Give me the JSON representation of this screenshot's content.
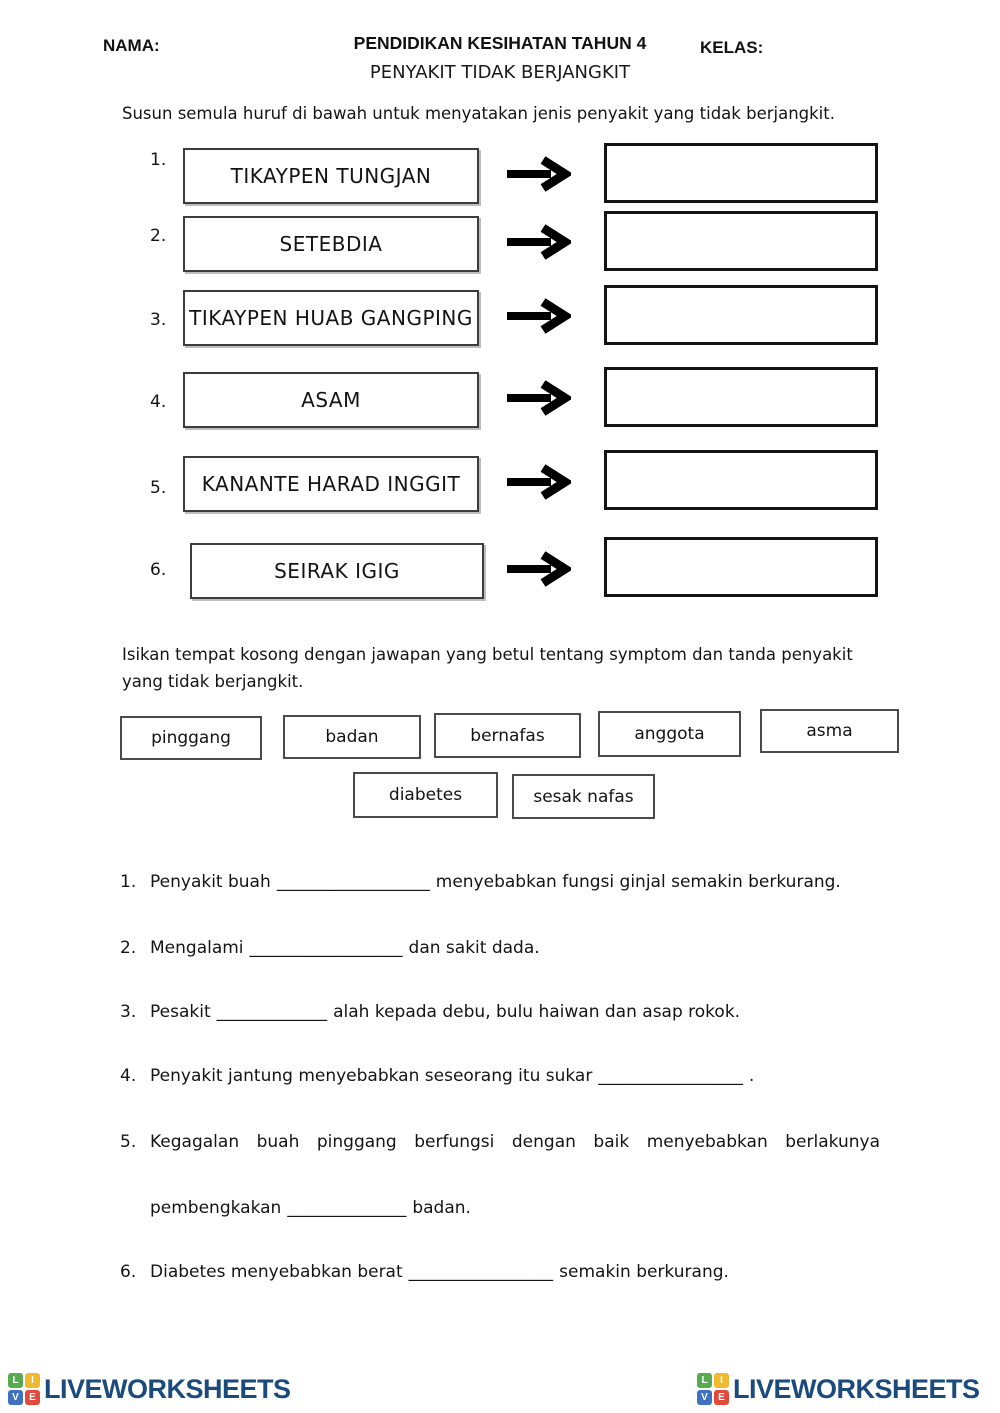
{
  "header": {
    "nama_label": "NAMA:",
    "title": "PENDIDIKAN KESIHATAN TAHUN 4",
    "kelas_label": "KELAS:",
    "subtitle": "PENYAKIT TIDAK BERJANGKIT"
  },
  "section1": {
    "instruction": "Susun semula huruf di bawah untuk menyatakan jenis penyakit yang tidak berjangkit.",
    "items": [
      {
        "num": "1.",
        "word": "TIKAYPEN TUNGJAN",
        "answer": ""
      },
      {
        "num": "2.",
        "word": "SETEBDIA",
        "answer": ""
      },
      {
        "num": "3.",
        "word": "TIKAYPEN HUAB GANGPING",
        "answer": ""
      },
      {
        "num": "4.",
        "word": "ASAM",
        "answer": ""
      },
      {
        "num": "5.",
        "word": "KANANTE HARAD INGGIT",
        "answer": ""
      },
      {
        "num": "6.",
        "word": "SEIRAK IGIG",
        "answer": ""
      }
    ]
  },
  "section2": {
    "instruction_line1": "Isikan tempat kosong dengan jawapan yang betul tentang symptom dan tanda penyakit",
    "instruction_line2": "yang tidak berjangkit.",
    "word_bank": [
      "pinggang",
      "badan",
      "bernafas",
      "anggota",
      "asma",
      "diabetes",
      "sesak nafas"
    ],
    "sentences": [
      {
        "num": "1.",
        "pre": "Penyakit buah",
        "blank": "__________________",
        "post": "menyebabkan fungsi ginjal semakin berkurang."
      },
      {
        "num": "2.",
        "pre": "Mengalami",
        "blank": "__________________",
        "post": "dan sakit dada."
      },
      {
        "num": "3.",
        "pre": "Pesakit",
        "blank": "_____________",
        "post": "alah kepada debu, bulu haiwan dan asap rokok."
      },
      {
        "num": "4.",
        "pre": "Penyakit jantung menyebabkan seseorang itu sukar",
        "blank": "_________________",
        "post": "."
      },
      {
        "num": "5.",
        "line1": "Kegagalan buah pinggang berfungsi dengan baik menyebabkan berlakunya",
        "pre": "pembengkakan",
        "blank": "______________",
        "post": "badan."
      },
      {
        "num": "6.",
        "pre": "Diabetes menyebabkan berat",
        "blank": "_________________",
        "post": "semakin berkurang."
      }
    ]
  },
  "footer": {
    "brand": "LIVEWORKSHEETS",
    "brand_color": "#1b4a7c",
    "tiles": [
      {
        "letter": "L",
        "color": "#57ab4e"
      },
      {
        "letter": "I",
        "color": "#f1b92e"
      },
      {
        "letter": "V",
        "color": "#4070c0"
      },
      {
        "letter": "E",
        "color": "#e3493a"
      }
    ]
  }
}
